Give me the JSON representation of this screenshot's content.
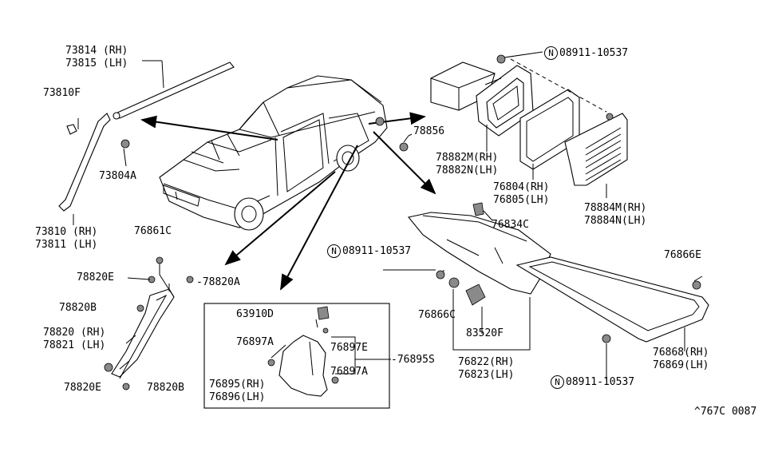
{
  "callouts": {
    "c73814": "73814 (RH)",
    "c73815": "73815 (LH)",
    "c73810F": "73810F",
    "c73804A": "73804A",
    "c73810": "73810 (RH)",
    "c73811": "73811 (LH)",
    "c08911_top": "08911-10537",
    "c78856": "78856",
    "c78882M": "78882M(RH)",
    "c78882N": "78882N(LH)",
    "c76804": "76804(RH)",
    "c76805": "76805(LH)",
    "c78884M": "78884M(RH)",
    "c78884N": "78884N(LH)",
    "c76834C": "76834C",
    "c08911_mid": "08911-10537",
    "c76866E": "76866E",
    "c76861C": "76861C",
    "c78820E_top": "78820E",
    "c78820A": "78820A",
    "c78820B_top": "78820B",
    "c78820": "78820 (RH)",
    "c78821": "78821 (LH)",
    "c78820E_bot": "78820E",
    "c78820B_bot": "78820B",
    "c63910D": "63910D",
    "c76897A_top": "76897A",
    "c76897E": "76897E",
    "c76895S": "76895S",
    "c76897A_bot": "76897A",
    "c76895": "76895(RH)",
    "c76896": "76896(LH)",
    "c76866C": "76866C",
    "c83520F": "83520F",
    "c76822": "76822(RH)",
    "c76823": "76823(LH)",
    "c76868": "76868(RH)",
    "c76869": "76869(LH)",
    "c08911_bot": "08911-10537",
    "diagram_code": "^767C 0087"
  },
  "nut_symbol": "N"
}
